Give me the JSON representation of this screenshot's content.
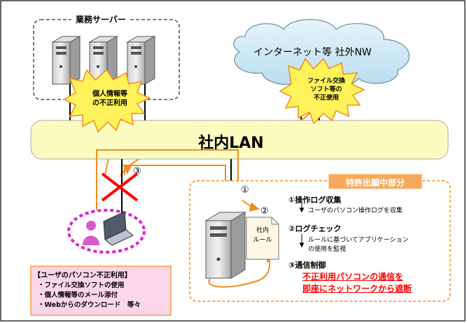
{
  "server_group": {
    "label": "業務サーバー"
  },
  "internet": {
    "label": "インターネット等  社外NW"
  },
  "burst_left": {
    "lines": [
      "個人情報等",
      "の不正利用"
    ]
  },
  "burst_right": {
    "lines": [
      "ファイル交換",
      "ソフト等の",
      "不正使用"
    ]
  },
  "lan": {
    "label": "社内LAN"
  },
  "markers": {
    "step1": "①",
    "step2": "②",
    "step3": "③"
  },
  "patent": {
    "title": "特許出願中部分",
    "step1_title": "①操作ログ収集",
    "step1_desc": "ユーザのパソコン操作ログを収集",
    "step2_title": "②ログチェック",
    "step2_desc_1": "ルールに基づいてアプリケーション",
    "step2_desc_2": "の使用を監視",
    "step3_title": "③通信制御",
    "emphasis_1": "不正利用パソコンの通信を",
    "emphasis_2": "即座にネットワークから遮断"
  },
  "rule_doc": {
    "lines": [
      "社内",
      "ルール"
    ]
  },
  "misuse_box": {
    "title": "【ユーザのパソコン不正利用】",
    "items": [
      "・ファイル交換ソフトの使用",
      "・個人情報等のメール添付",
      "・Webからのダウンロード　等々"
    ]
  },
  "colors": {
    "orange": "#f28a1e",
    "lan_fill": "#fcfcc0",
    "burst_fill": "#fff25a",
    "patent_title_fill": "#f7a95b",
    "alert_red": "#ff0000",
    "magenta": "#e020d0",
    "user_fill": "#d85bc8",
    "misuse_fill": "#fbd6e9"
  }
}
